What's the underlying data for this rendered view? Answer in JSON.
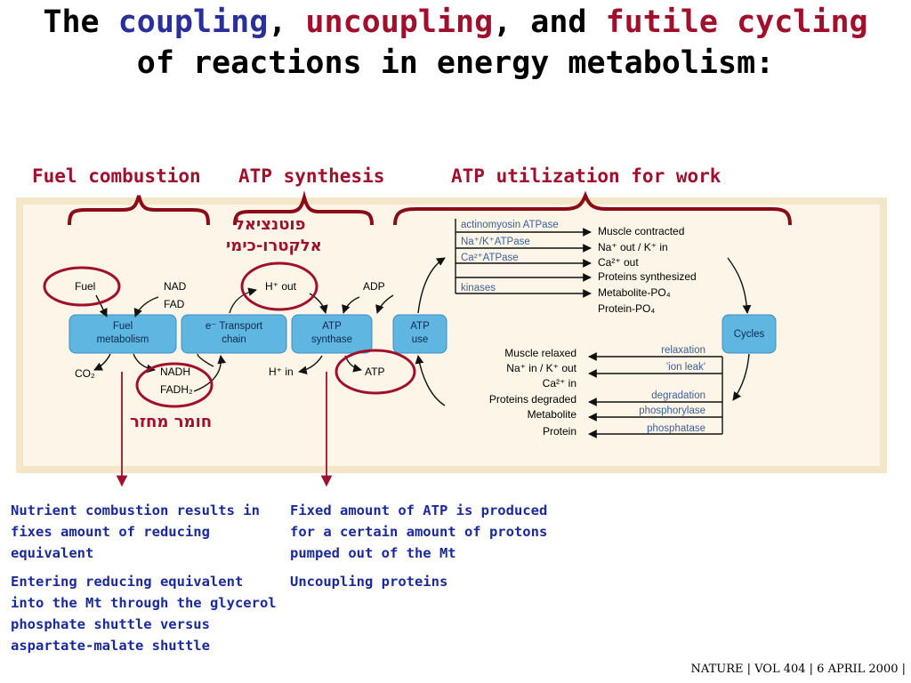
{
  "title": {
    "w1": "The",
    "w2": "coupling",
    "w3": ",",
    "w4": "uncoupling",
    "w5": ", and",
    "w6": "futile cycling",
    "line2": "of reactions in energy metabolism:"
  },
  "headers": {
    "fuel": "Fuel combustion",
    "atp_synthesis": "ATP synthesis",
    "atp_utilization": "ATP utilization for work"
  },
  "hebrew": {
    "potential_1": "פוטנציאל",
    "potential_2": "אלקטרו-כימי",
    "recycled": "חומר מחזר"
  },
  "diagram": {
    "boxes": {
      "fuel_metabolism_1": "Fuel",
      "fuel_metabolism_2": "metabolism",
      "etc_1": "e⁻ Transport",
      "etc_2": "chain",
      "atp_synthase_1": "ATP",
      "atp_synthase_2": "synthase",
      "atp_use_1": "ATP",
      "atp_use_2": "use",
      "cycles": "Cycles"
    },
    "labels": {
      "fuel": "Fuel",
      "nad": "NAD",
      "fad": "FAD",
      "co2": "CO₂",
      "nadh": "NADH",
      "fadh2": "FADH₂",
      "h_out": "H⁺ out",
      "h_in": "H⁺ in",
      "adp": "ADP",
      "atp": "ATP"
    },
    "work_enzymes": [
      "actinomyosin ATPase",
      "Na⁺/K⁺ATPase",
      "Ca²⁺ATPase",
      "kinases"
    ],
    "work_outputs": [
      "Muscle contracted",
      "Na⁺ out / K⁺ in",
      "Ca²⁺ out",
      "Proteins synthesized",
      "Metabolite-PO₄",
      "Protein-PO₄"
    ],
    "return_processes": [
      "relaxation",
      "'ion leak'",
      "degradation",
      "phosphorylase",
      "phosphatase"
    ],
    "return_outputs": [
      "Muscle relaxed",
      "Na⁺ in / K⁺ out",
      "Ca²⁺ in",
      "Proteins degraded",
      "Metabolite",
      "Protein"
    ]
  },
  "notes": {
    "left_1": "Nutrient combustion results in fixes amount of reducing equivalent",
    "left_2": "Entering reducing equivalent into the Mt through the glycerol phosphate shuttle versus aspartate-malate shuttle",
    "right_1": "Fixed amount of ATP is produced for a certain amount of protons pumped out of the Mt",
    "right_2": "Uncoupling proteins"
  },
  "credit": "NATURE | VOL 404 | 6 APRIL 2000 |",
  "colors": {
    "title_blue": "#2b2f9a",
    "accent_red": "#a0102c",
    "note_blue": "#1a2a9c",
    "panel_bg": "#fcf5e8",
    "panel_border": "#f4e6c8",
    "box_fill": "#5fb6e0"
  }
}
